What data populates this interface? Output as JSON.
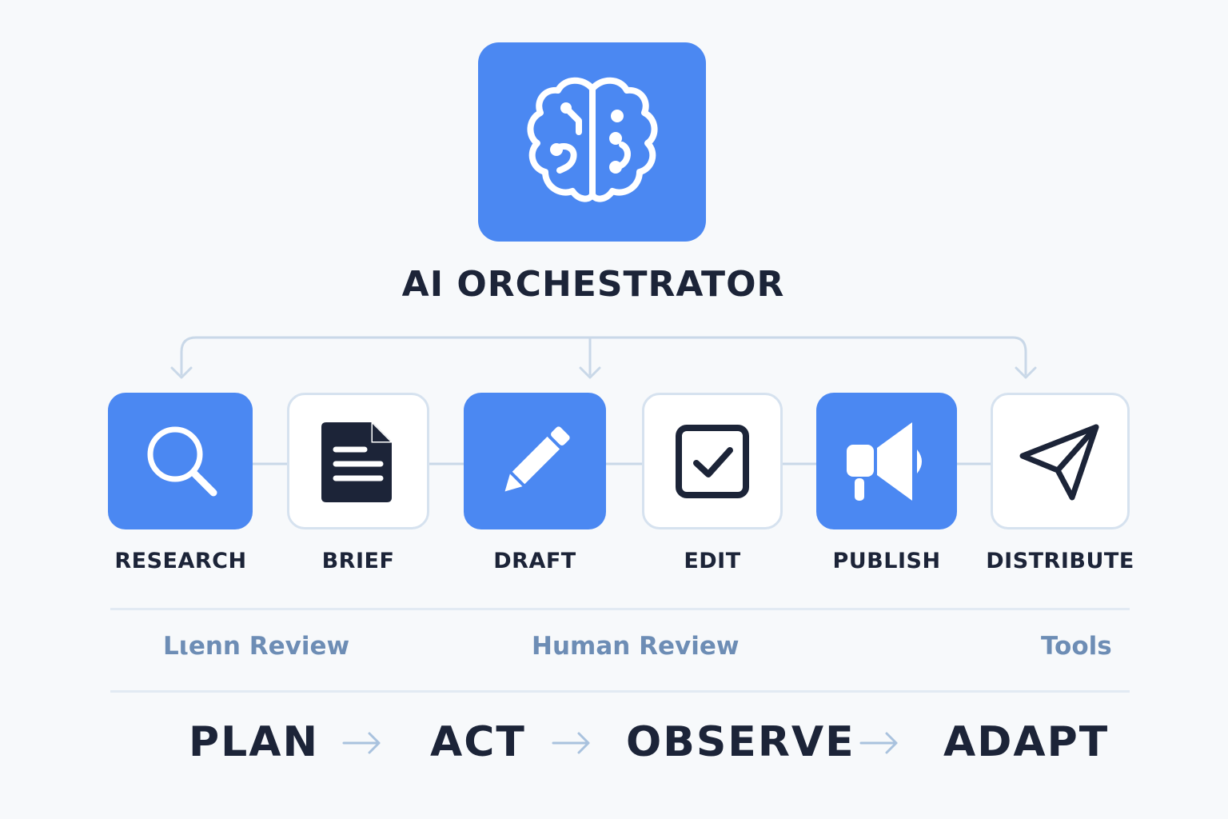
{
  "hub": {
    "icon": "brain-circuit-icon",
    "title": "AI ORCHESTRATOR"
  },
  "steps": [
    {
      "label": "RESEARCH",
      "icon": "search-icon",
      "style": "filled"
    },
    {
      "label": "BRIEF",
      "icon": "document-icon",
      "style": "outline"
    },
    {
      "label": "DRAFT",
      "icon": "pencil-icon",
      "style": "filled"
    },
    {
      "label": "EDIT",
      "icon": "checkbox-icon",
      "style": "outline"
    },
    {
      "label": "PUBLISH",
      "icon": "megaphone-icon",
      "style": "filled"
    },
    {
      "label": "DISTRIBUTE",
      "icon": "paper-plane-icon",
      "style": "outline"
    }
  ],
  "reviews": {
    "left": "Lιenn Review",
    "center": "Human Review",
    "right": "Tools"
  },
  "loop": [
    "PLAN",
    "ACT",
    "OBSERVE",
    "ADAPT"
  ],
  "colors": {
    "accent": "#4b88f2",
    "text_dark": "#1c2438",
    "text_muted": "#6d8db5",
    "connector": "#c9d8e8",
    "background": "#f7f9fb"
  }
}
